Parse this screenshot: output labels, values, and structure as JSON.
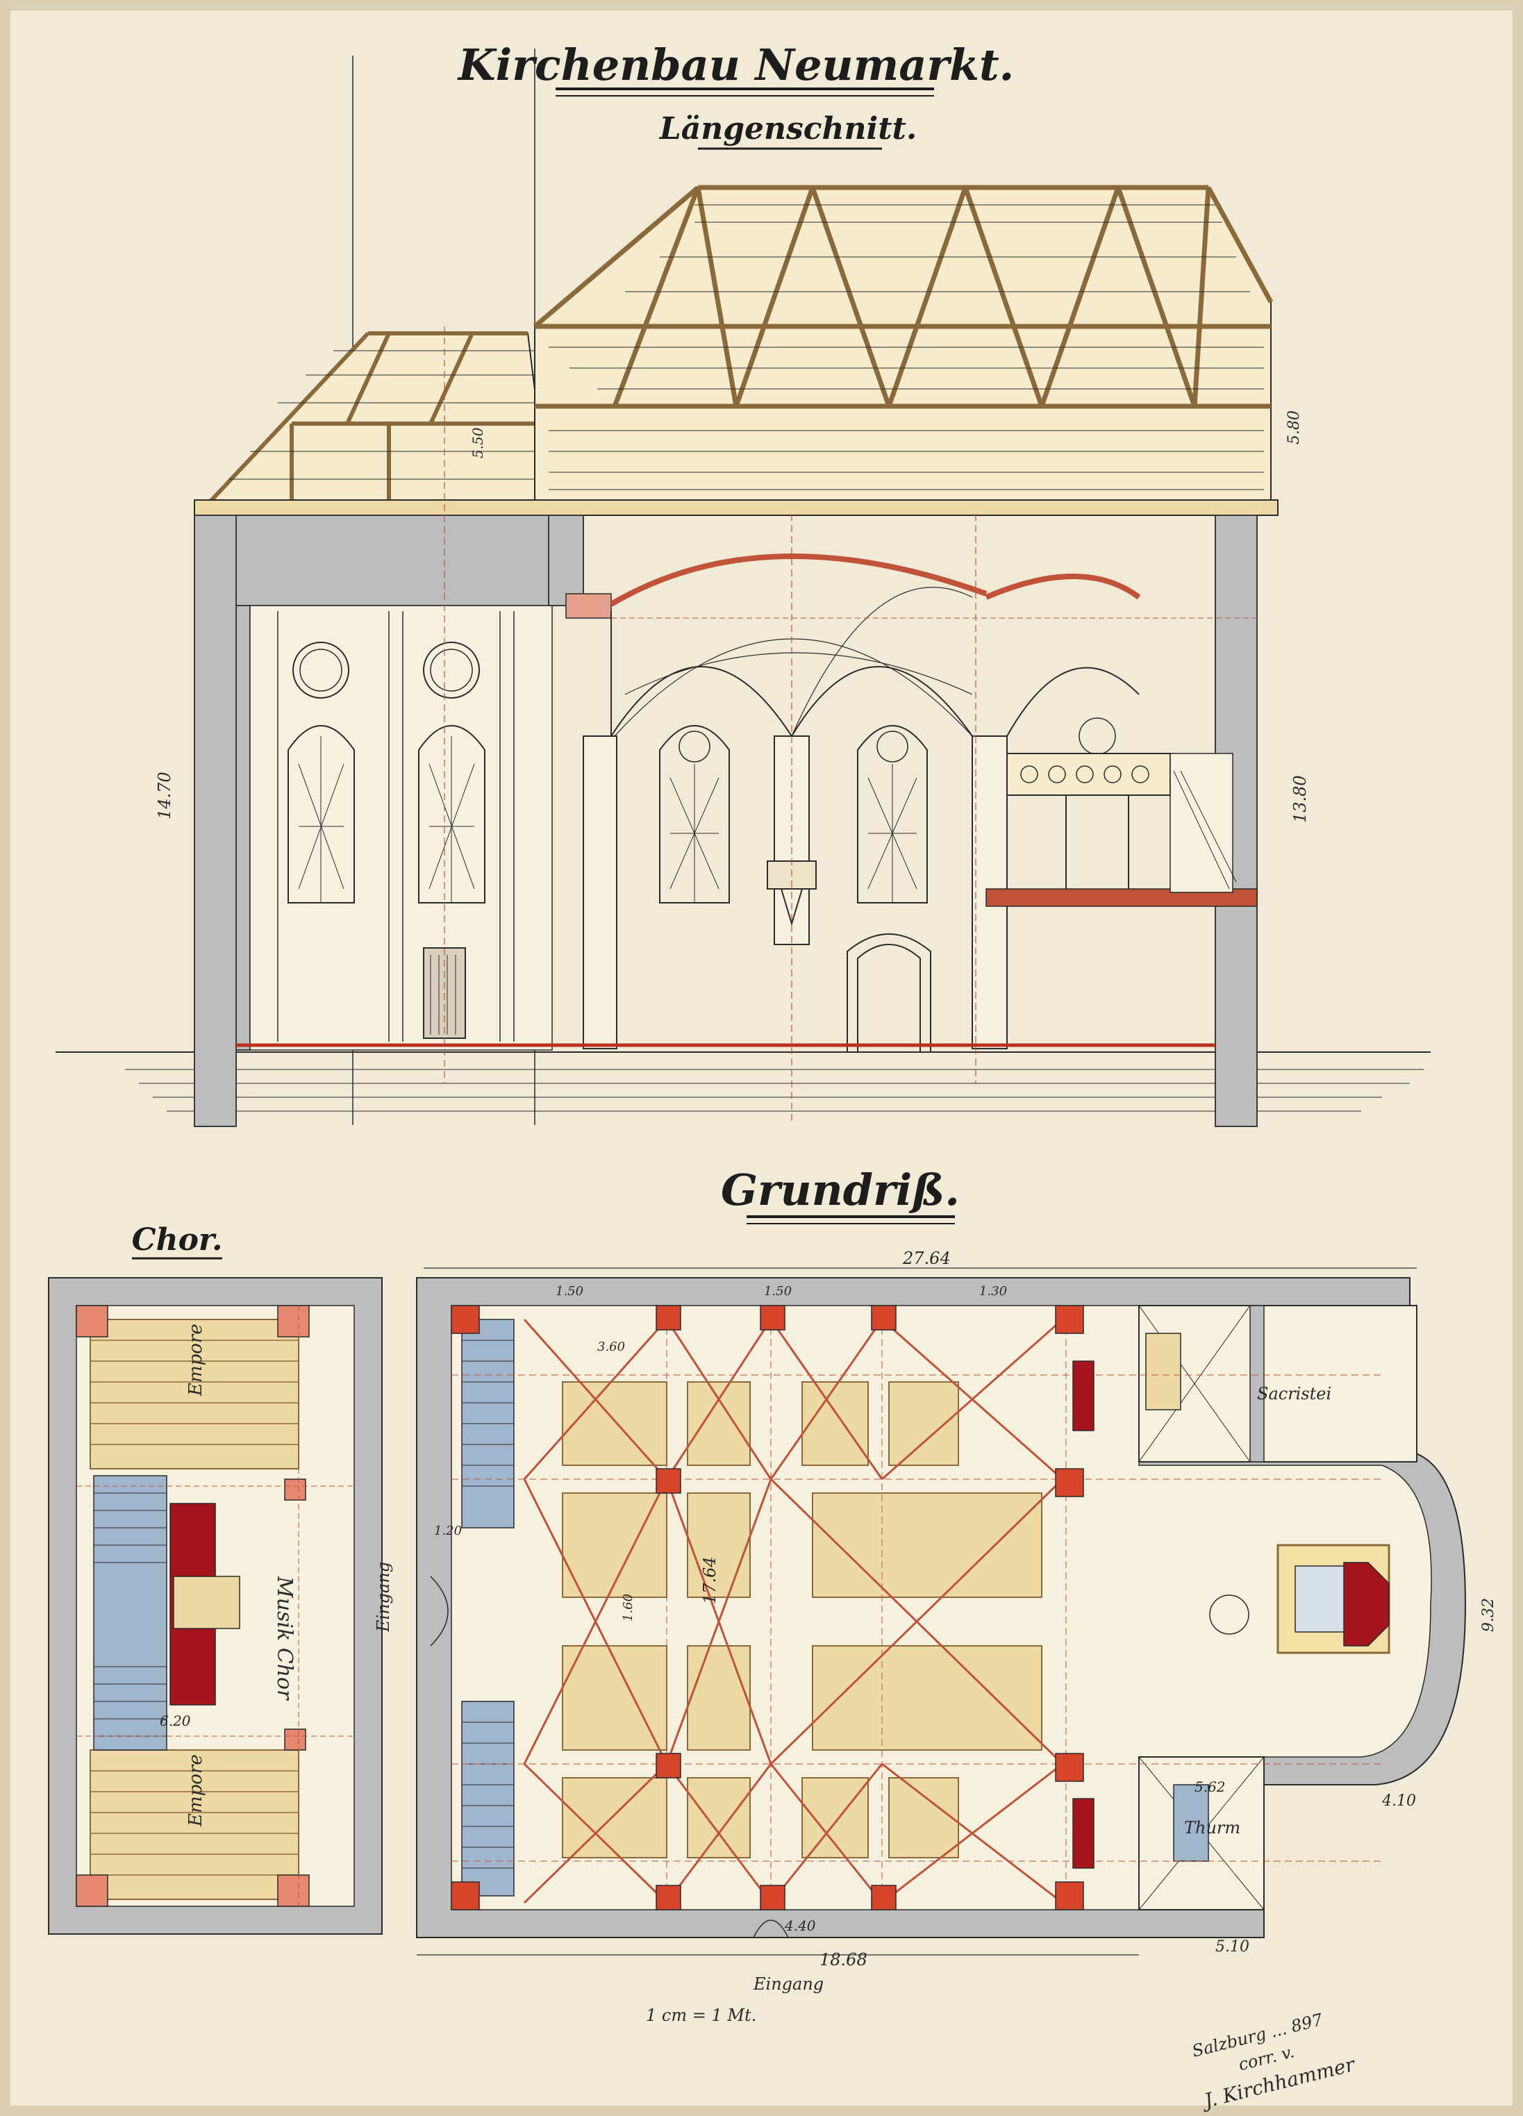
{
  "titles": {
    "main": "Kirchenbau Neumarkt.",
    "section": "Längenschnitt.",
    "plan": "Grundriß.",
    "choir": "Chor."
  },
  "labels": {
    "empore_top": "Empore",
    "empore_bottom": "Empore",
    "musik_chor": "Musik Chor",
    "eingang_side": "Eingang",
    "eingang_bottom": "Eingang",
    "sacristei": "Sacristei",
    "thurm": "Thurm",
    "scale": "1 cm = 1 Mt.",
    "signature_line1": "Salzburg ... 897",
    "signature_line2": "corr. v.",
    "signature_line3": "J. Kirchhammer"
  },
  "dimensions": {
    "total_length": "27.64",
    "nave_length": "18.68",
    "inner_width": "17.64",
    "nave_height": "14.70",
    "sanctuary_height": "13.80",
    "roof_a": "5.80",
    "roof_b": "5.50",
    "tower": "5.62",
    "choir_w": "6.20",
    "w_150": "1.50",
    "w_130": "1.30",
    "w_360": "3.60",
    "w_120": "1.20",
    "w_160": "1.60",
    "w_440": "4.40",
    "w_410": "4.10",
    "w_932": "9.32",
    "w_510": "5.10"
  },
  "colors": {
    "paper": "#f1ead6",
    "ink": "#2b2b2b",
    "wall_grey": "#bdbdbd",
    "timber": "#ecd9a3",
    "red_beam": "#c0533a",
    "crimson": "#a5141c",
    "blue_stair": "#9fb6cc"
  }
}
